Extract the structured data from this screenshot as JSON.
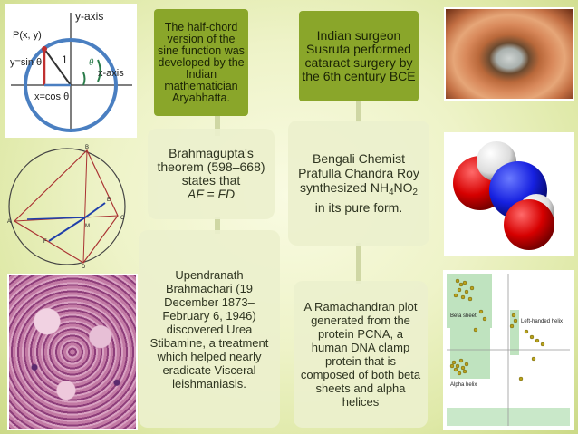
{
  "unit_circle": {
    "y_axis": "y-axis",
    "x_axis": "x-axis",
    "point": "P(x, y)",
    "sin": "y=sin θ",
    "cos": "x=cos θ",
    "theta": "θ",
    "one": "1"
  },
  "aryabhatta_text": "The half-chord version of the sine function was developed by the Indian mathematician Aryabhatta.",
  "susruta_text": "Indian surgeon Susruta performed cataract surgery by the 6th century BCE",
  "brahmagupta": {
    "text": "Brahmagupta's theorem (598–668) states that",
    "eq": "AF = FD"
  },
  "prafulla": {
    "pre": "Bengali Chemist Prafulla Chandra Roy synthesized NH",
    "sub1": "4",
    "mid": "NO",
    "sub2": "2",
    "post": " in its pure form."
  },
  "upendranath_text": "Upendranath Brahmachari (19 December 1873–February 6, 1946) discovered Urea Stibamine, a treatment which helped nearly eradicate Visceral leishmaniasis.",
  "ramachandran_text": "A Ramachandran plot generated from the protein PCNA, a human DNA clamp protein that is composed of both beta sheets and alpha helices",
  "geometry_labels": {
    "A": "A",
    "B": "B",
    "C": "C",
    "D": "D",
    "E": "E",
    "F": "F",
    "M": "M"
  },
  "plot_labels": {
    "beta": "Beta sheet",
    "left": "Left-handed helix",
    "alpha": "Alpha helix"
  }
}
